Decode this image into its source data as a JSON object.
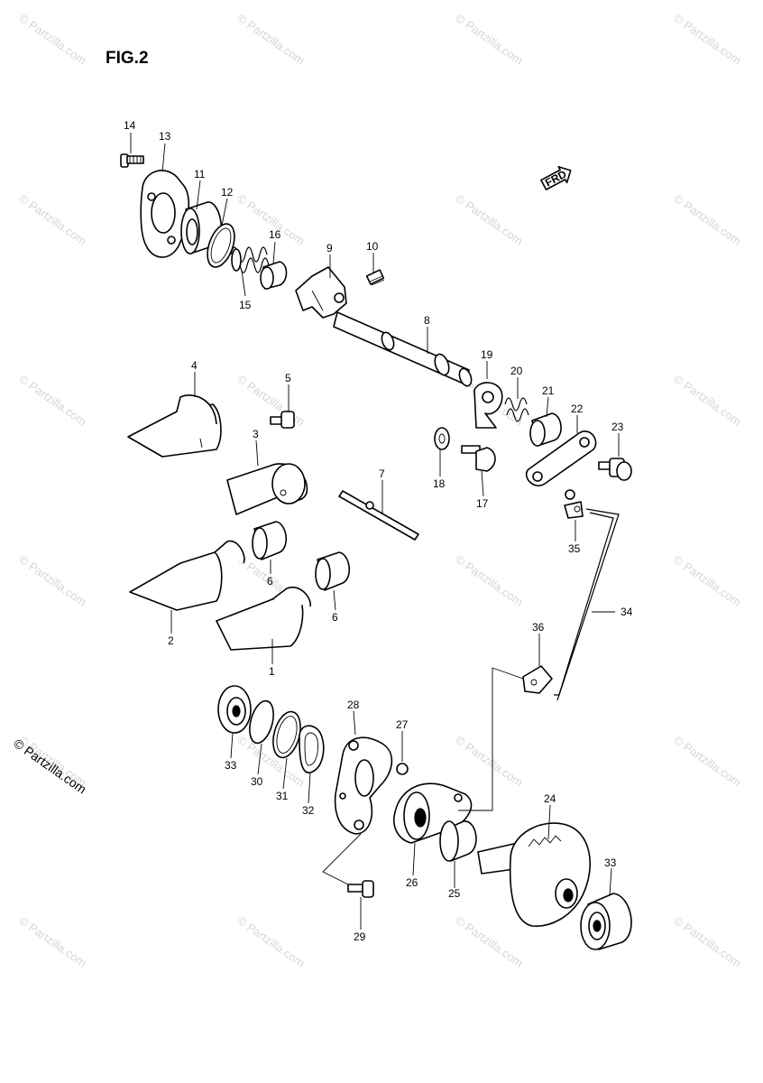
{
  "figure_title": "FIG.2",
  "watermark": "© Partzilla.com",
  "credit": "© Partzilla.com",
  "front_marker": "FRD",
  "callouts": {
    "c1": "1",
    "c2": "2",
    "c3": "3",
    "c4": "4",
    "c5": "5",
    "c6a": "6",
    "c6b": "6",
    "c7": "7",
    "c8": "8",
    "c9": "9",
    "c10": "10",
    "c11": "11",
    "c12": "12",
    "c13": "13",
    "c14": "14",
    "c15": "15",
    "c16": "16",
    "c17": "17",
    "c18": "18",
    "c19": "19",
    "c20": "20",
    "c21": "21",
    "c22": "22",
    "c23": "23",
    "c24": "24",
    "c25": "25",
    "c26": "26",
    "c27": "27",
    "c28": "28",
    "c29": "29",
    "c30": "30",
    "c31": "31",
    "c32": "32",
    "c33a": "33",
    "c33b": "33",
    "c34": "34",
    "c35": "35",
    "c36": "36"
  }
}
